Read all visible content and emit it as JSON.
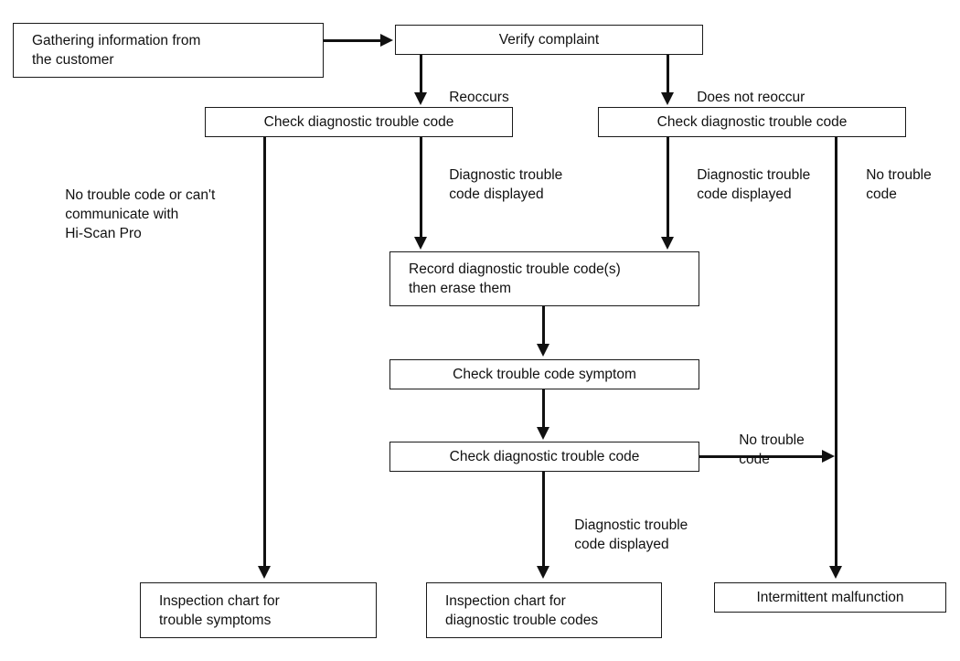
{
  "diagram": {
    "type": "flowchart",
    "title": "Diagnostic trouble code troubleshooting flow",
    "colors": {
      "stroke": "#111111",
      "box_border": "#1a1a1a",
      "background": "#ffffff",
      "text": "#111111"
    },
    "nodes": [
      {
        "id": "gathering-information",
        "line1": "Gathering information from",
        "line2": "the customer"
      },
      {
        "id": "verify-complaint",
        "line1": "Verify complaint"
      },
      {
        "id": "check-dtc-reoccurs",
        "line1": "Check diagnostic trouble code"
      },
      {
        "id": "check-dtc-not-reoccur",
        "line1": "Check diagnostic trouble code"
      },
      {
        "id": "record-erase-dtc",
        "line1": "Record diagnostic trouble code(s)",
        "line2": "then erase them"
      },
      {
        "id": "check-trouble-code-symptom",
        "line1": "Check trouble code symptom"
      },
      {
        "id": "check-dtc-again",
        "line1": "Check diagnostic trouble code"
      },
      {
        "id": "inspection-chart-symptoms",
        "line1": "Inspection chart for",
        "line2": "trouble symptoms"
      },
      {
        "id": "inspection-chart-codes",
        "line1": "Inspection chart for",
        "line2": "diagnostic trouble codes"
      },
      {
        "id": "intermittent-malfunction",
        "line1": "Intermittent malfunction"
      }
    ],
    "edge_labels": [
      {
        "id": "reoccurs",
        "line1": "Reoccurs"
      },
      {
        "id": "does-not-reoccur",
        "line1": "Does not reoccur"
      },
      {
        "id": "no-trouble-code-or-cant-communicate",
        "line1": "No trouble code or can't",
        "line2": "communicate with",
        "line3": "Hi-Scan Pro"
      },
      {
        "id": "dtc-displayed-left",
        "line1": "Diagnostic trouble",
        "line2": "code displayed"
      },
      {
        "id": "dtc-displayed-right",
        "line1": "Diagnostic trouble",
        "line2": "code displayed"
      },
      {
        "id": "no-trouble-code-right",
        "line1": "No trouble",
        "line2": "code"
      },
      {
        "id": "no-trouble-code-mid",
        "line1": "No trouble",
        "line2": "code"
      },
      {
        "id": "dtc-displayed-bottom",
        "line1": "Diagnostic trouble",
        "line2": "code displayed"
      }
    ]
  }
}
